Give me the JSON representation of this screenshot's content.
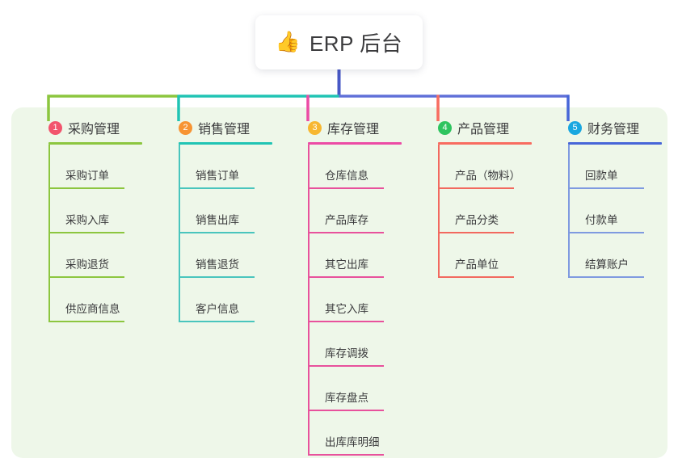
{
  "root": {
    "icon": "thumbs-up-icon",
    "icon_glyph": "👍",
    "title": "ERP 后台"
  },
  "panel": {
    "background_color": "#eef7e9"
  },
  "columns": [
    {
      "number": "1",
      "title": "采购管理",
      "badge_color": "#f2546d",
      "rule_color": "#8cc63f",
      "line_color": "#8cc63f",
      "items": [
        "采购订单",
        "采购入库",
        "采购退货",
        "供应商信息"
      ]
    },
    {
      "number": "2",
      "title": "销售管理",
      "badge_color": "#f79433",
      "rule_color": "#20c4b4",
      "line_color": "#49c5bd",
      "items": [
        "销售订单",
        "销售出库",
        "销售退货",
        "客户信息"
      ]
    },
    {
      "number": "3",
      "title": "库存管理",
      "badge_color": "#f7b731",
      "rule_color": "#ec4ba5",
      "line_color": "#e8519c",
      "items": [
        "仓库信息",
        "产品库存",
        "其它出库",
        "其它入库",
        "库存调拨",
        "库存盘点",
        "出库库明细"
      ]
    },
    {
      "number": "4",
      "title": "产品管理",
      "badge_color": "#2ec45f",
      "rule_color": "#f86c60",
      "line_color": "#f2695f",
      "items": [
        "产品（物料）",
        "产品分类",
        "产品单位"
      ]
    },
    {
      "number": "5",
      "title": "财务管理",
      "badge_color": "#19a7e0",
      "rule_color": "#4766d8",
      "line_color": "#7f9ae0",
      "items": [
        "回款单",
        "付款单",
        "结算账户"
      ]
    }
  ],
  "connectors": {
    "trunk_color": "#4758c6",
    "bar_segment_1_color": "#8cc63f",
    "bar_segment_2_color": "#20c4b4",
    "bar_segment_3_color": "#6070d8",
    "drop_1_color": "#8cc63f",
    "drop_2_color": "#20c4b4",
    "drop_3_color": "#ec4ba5",
    "drop_4_color": "#f86c60",
    "drop_5_color": "#4766d8"
  }
}
